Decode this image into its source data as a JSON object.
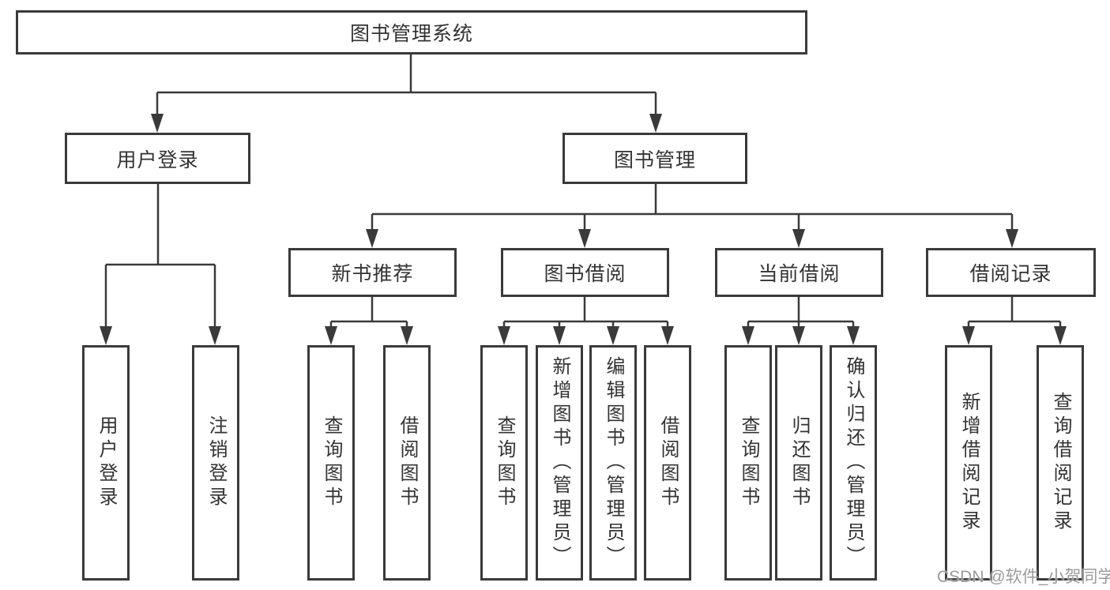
{
  "tree": {
    "root": {
      "label": "图书管理系统"
    },
    "branches": [
      {
        "label": "用户登录",
        "children": [
          "用户登录",
          "注销登录"
        ]
      },
      {
        "label": "图书管理",
        "sections": [
          {
            "label": "新书推荐",
            "children": [
              "查询图书",
              "借阅图书"
            ]
          },
          {
            "label": "图书借阅",
            "children": [
              "查询图书",
              "新增图书（管理员）",
              "编辑图书（管理员）",
              "借阅图书"
            ]
          },
          {
            "label": "当前借阅",
            "children": [
              "查询图书",
              "归还图书",
              "确认归还（管理员）"
            ]
          },
          {
            "label": "借阅记录",
            "children": [
              "新增借阅记录",
              "查询借阅记录"
            ]
          }
        ]
      }
    ]
  },
  "watermark": {
    "text": "CSDN @软件_小贺同学"
  },
  "colors": {
    "line": "#3a3a3a",
    "box_border": "#3a3a3a",
    "text": "#333333",
    "watermark": "#9b9b9b",
    "background": "#ffffff"
  }
}
